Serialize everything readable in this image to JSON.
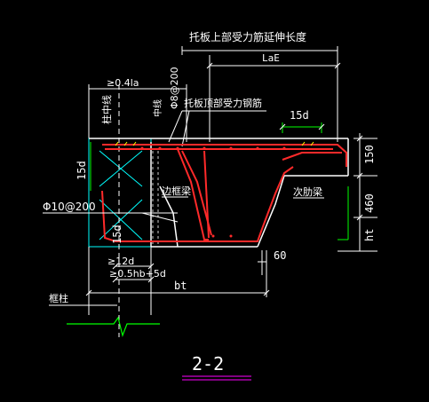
{
  "title_top": "托板上部受力筋延伸长度",
  "dim_lae": "LaE",
  "dim_04la": "≥0.4la",
  "label_column_center": "柱中线",
  "label_center_line": "中线",
  "label_phi8": "Φ8@200",
  "label_top_rebar": "托板顶部受力钢筋",
  "dim_15d_top": "15d",
  "dim_15d_left": "15d",
  "label_edge_beam": "边框梁",
  "label_secondary_beam": "次肋梁",
  "label_phi10": "Φ10@200",
  "dim_15d_bottom": "15d",
  "dim_150": "150",
  "dim_460": "460",
  "dim_ht": "ht",
  "dim_60": "60",
  "dim_12d": "≥12d",
  "dim_05hb": "≥0.5hb+5d",
  "dim_bt": "bt",
  "label_frame_column": "框柱",
  "section_label": "2-2",
  "colors": {
    "background": "#000000",
    "dimension": "#ffffff",
    "rebar": "#ff2a2a",
    "concrete": "#ffffff",
    "cyan": "#00ffff",
    "green": "#00ff00",
    "magenta": "#ff00ff",
    "yellow": "#ffff00"
  }
}
